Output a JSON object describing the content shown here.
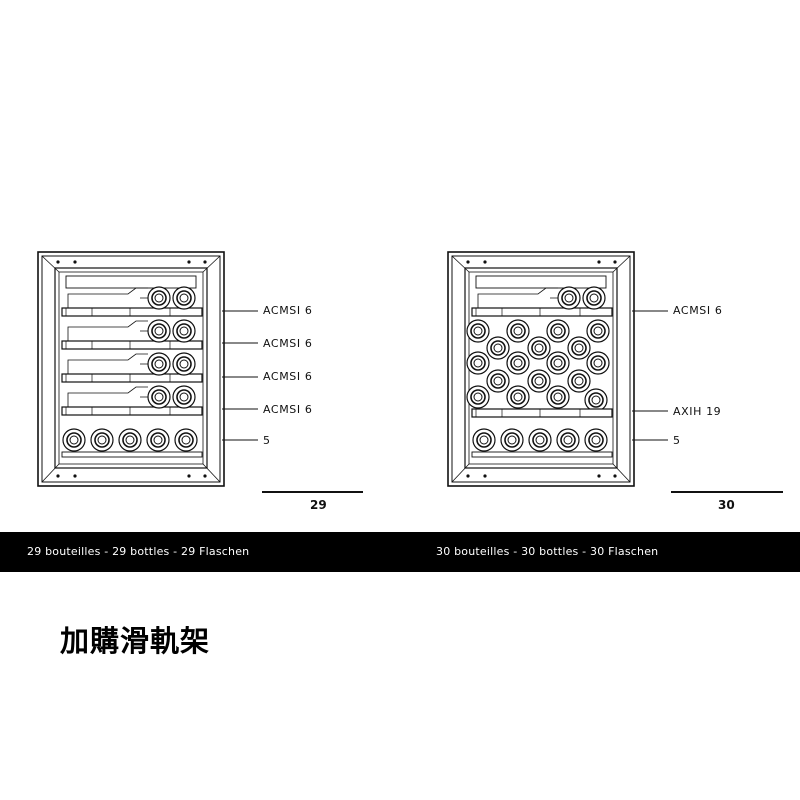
{
  "left_unit": {
    "labels": [
      "ACMSI 6",
      "ACMSI 6",
      "ACMSI 6",
      "ACMSI 6",
      "5"
    ],
    "total": "29"
  },
  "right_unit": {
    "labels": [
      "ACMSI 6",
      "AXIH 19",
      "5"
    ],
    "total": "30"
  },
  "band": {
    "left_text": "29 bouteilles - 29 bottles - 29 Flaschen",
    "right_text": "30 bouteilles - 30 bottles - 30 Flaschen"
  },
  "heading": "加購滑軌架",
  "colors": {
    "ink": "#111111",
    "band": "#000000",
    "band_text": "#ffffff"
  }
}
